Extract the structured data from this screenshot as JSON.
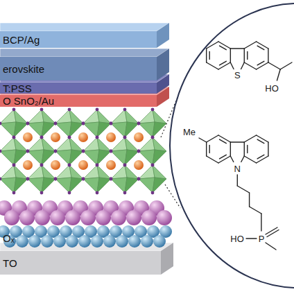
{
  "diagram": {
    "nodes": [
      {
        "text": [
          "BCP/Ag"
        ]
      },
      {
        "text": [
          "erovskite"
        ]
      },
      {
        "text": [
          "T:PSS"
        ]
      },
      {
        "text": [
          "O SnO₂/Au"
        ]
      },
      {
        "text": [
          "TO"
        ]
      }
    ],
    "labels": [
      "Oₓ",
      "S",
      "HO",
      "Me",
      "N",
      "HO",
      "P"
    ]
  }
}
